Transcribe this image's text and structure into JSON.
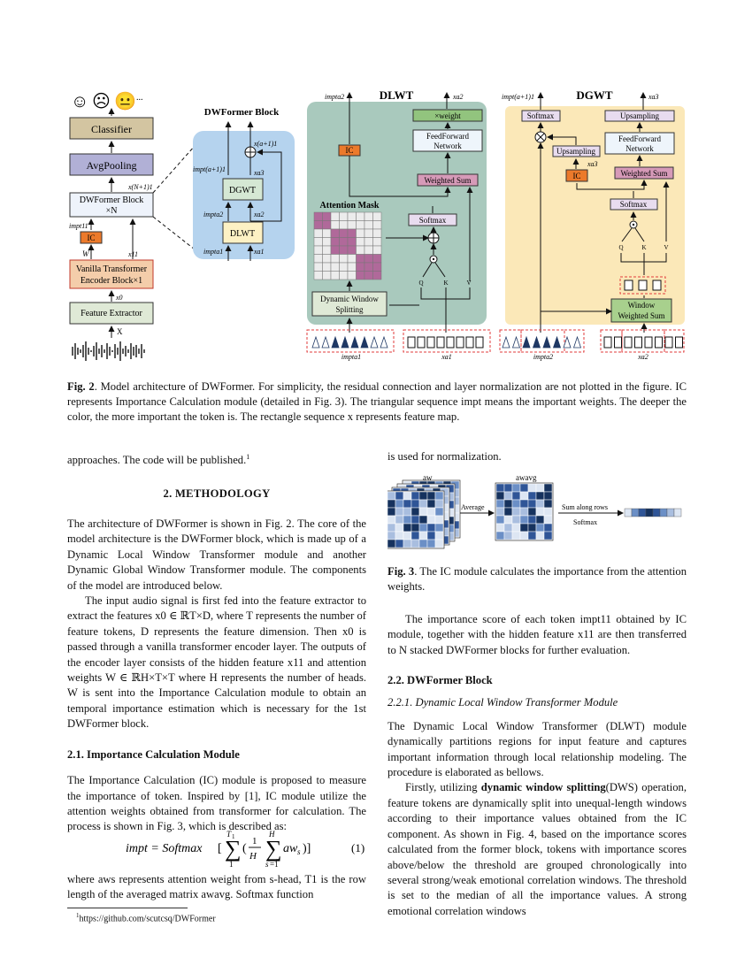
{
  "figure2": {
    "emojis": [
      "☺",
      "☹",
      "😐"
    ],
    "emoji_more": "...",
    "classifier": "Classifier",
    "avgpooling": "AvgPooling",
    "dwformer_block_box": [
      "DWFormer Block",
      "×N"
    ],
    "x_n1": "x(N+1)1",
    "impt11": "impt11",
    "ic": "IC",
    "w": "W",
    "x11": "x11",
    "vanilla": [
      "Vanilla Transformer",
      "Encoder Block×1"
    ],
    "x0": "x0",
    "feature_extractor": "Feature Extractor",
    "x_input": "X",
    "dwformer_block_title": "DWFormer Block",
    "x_a1_1": "x(a+1)1",
    "impt_a1_1": "impt(a+1)1",
    "xa3": "xa3",
    "dgwt": "DGWT",
    "impta2": "impta2",
    "xa2": "xa2",
    "dlwt": "DLWT",
    "impta1": "impta1",
    "xa1": "xa1",
    "dlwt_title": "DLWT",
    "weight_box": "×weight",
    "ffn": [
      "FeedForward",
      "Network"
    ],
    "weighted_sum": "Weighted Sum",
    "softmax": "Softmax",
    "attention_mask": "Attention Mask",
    "dws": [
      "Dynamic Window",
      "Splitting"
    ],
    "q": "Q",
    "k": "K",
    "v": "V",
    "dgwt_title": "DGWT",
    "upsampling": "Upsampling",
    "window_ws": [
      "Window",
      "Weighted Sum"
    ],
    "seq_impta1": "impta1",
    "seq_xa1": "xa1",
    "seq_impta2": "impta2",
    "seq_xa2": "xa2",
    "colors": {
      "dlwt_bg": "#a9c9bd",
      "dgwt_bg": "#fbe8b8",
      "block_bg": "#b5d3ee",
      "ic": "#ec7a2b",
      "weighted": "#d69ab8",
      "green": "#92c47e",
      "purple_box": "#b1b0d6",
      "vanilla": "#f4cdaa",
      "dashed_red": "#e23b3b"
    }
  },
  "caption": {
    "label": "Fig. 2",
    "text": ". Model architecture of DWFormer. For simplicity, the residual connection and layer normalization are not plotted in the figure. IC represents Importance Calculation module (detailed in Fig. 3). The triangular sequence impt means the important weights. The deeper the color, the more important the token is. The rectangle sequence x represents feature map."
  },
  "left": {
    "p0": "approaches. The code will be published.",
    "p0_sup": "1",
    "h2": "2.   METHODOLOGY",
    "p1": "The architecture of DWFormer is shown in Fig. 2. The core of the model architecture is the DWFormer block, which is made up of a Dynamic Local Window Transformer module and another Dynamic Global Window Transformer module. The components of the model are introduced below.",
    "p2": "The input audio signal is first fed into the feature extractor to extract the features x0 ∈ ℝT×D, where T represents the number of feature tokens, D represents the feature dimension. Then x0 is passed through a vanilla transformer encoder layer. The outputs of the encoder layer consists of the hidden feature x11 and attention weights W ∈ ℝH×T×T where H represents the number of heads. W is sent into the Importance Calculation module to obtain an temporal importance estimation which is necessary for the 1st DWFormer block.",
    "h21": "2.1.   Importance Calculation Module",
    "p3": "The Importance Calculation (IC) module is proposed to measure the importance of token. Inspired by [1], IC module utilize the attention weights obtained from transformer for calculation. The process is shown in Fig. 3, which is described as:",
    "eq_num": "(1)",
    "p4": "where aws represents attention weight from s-head, T1 is the row length of the averaged matrix awavg. Softmax function",
    "footnote": "https://github.com/scutcsq/DWFormer",
    "footnote_sup": "1"
  },
  "right": {
    "p0": "is used for normalization.",
    "fig3_aw": "aw",
    "fig3_awavg": "awavg",
    "fig3_average": "Average",
    "fig3_sum": "Sum along rows",
    "fig3_softmax": "Softmax",
    "fig3_caption_label": "Fig. 3",
    "fig3_caption": ".  The IC module calculates the importance from the attention weights.",
    "p1": "The importance score of each token impt11 obtained by IC module, together with the hidden feature x11 are then transferred to N stacked DWFormer blocks for further evaluation.",
    "h22": "2.2.   DWFormer Block",
    "h221": "2.2.1.   Dynamic Local Window Transformer Module",
    "p2": "The Dynamic Local Window Transformer (DLWT) module dynamically partitions regions for input feature and captures important information through local relationship modeling. The procedure is elaborated as bellows.",
    "p3_a": "Firstly, utilizing ",
    "p3_b": "dynamic window splitting",
    "p3_c": "(DWS) operation, feature tokens are dynamically split into unequal-length windows according to their importance values obtained from the IC component. As shown in Fig. 4, based on the importance scores calculated from the former block, tokens with importance scores above/below the threshold are grouped chronologically into several strong/weak emotional correlation windows. The threshold is set to the median of all the importance values. A strong emotional correlation windows"
  }
}
